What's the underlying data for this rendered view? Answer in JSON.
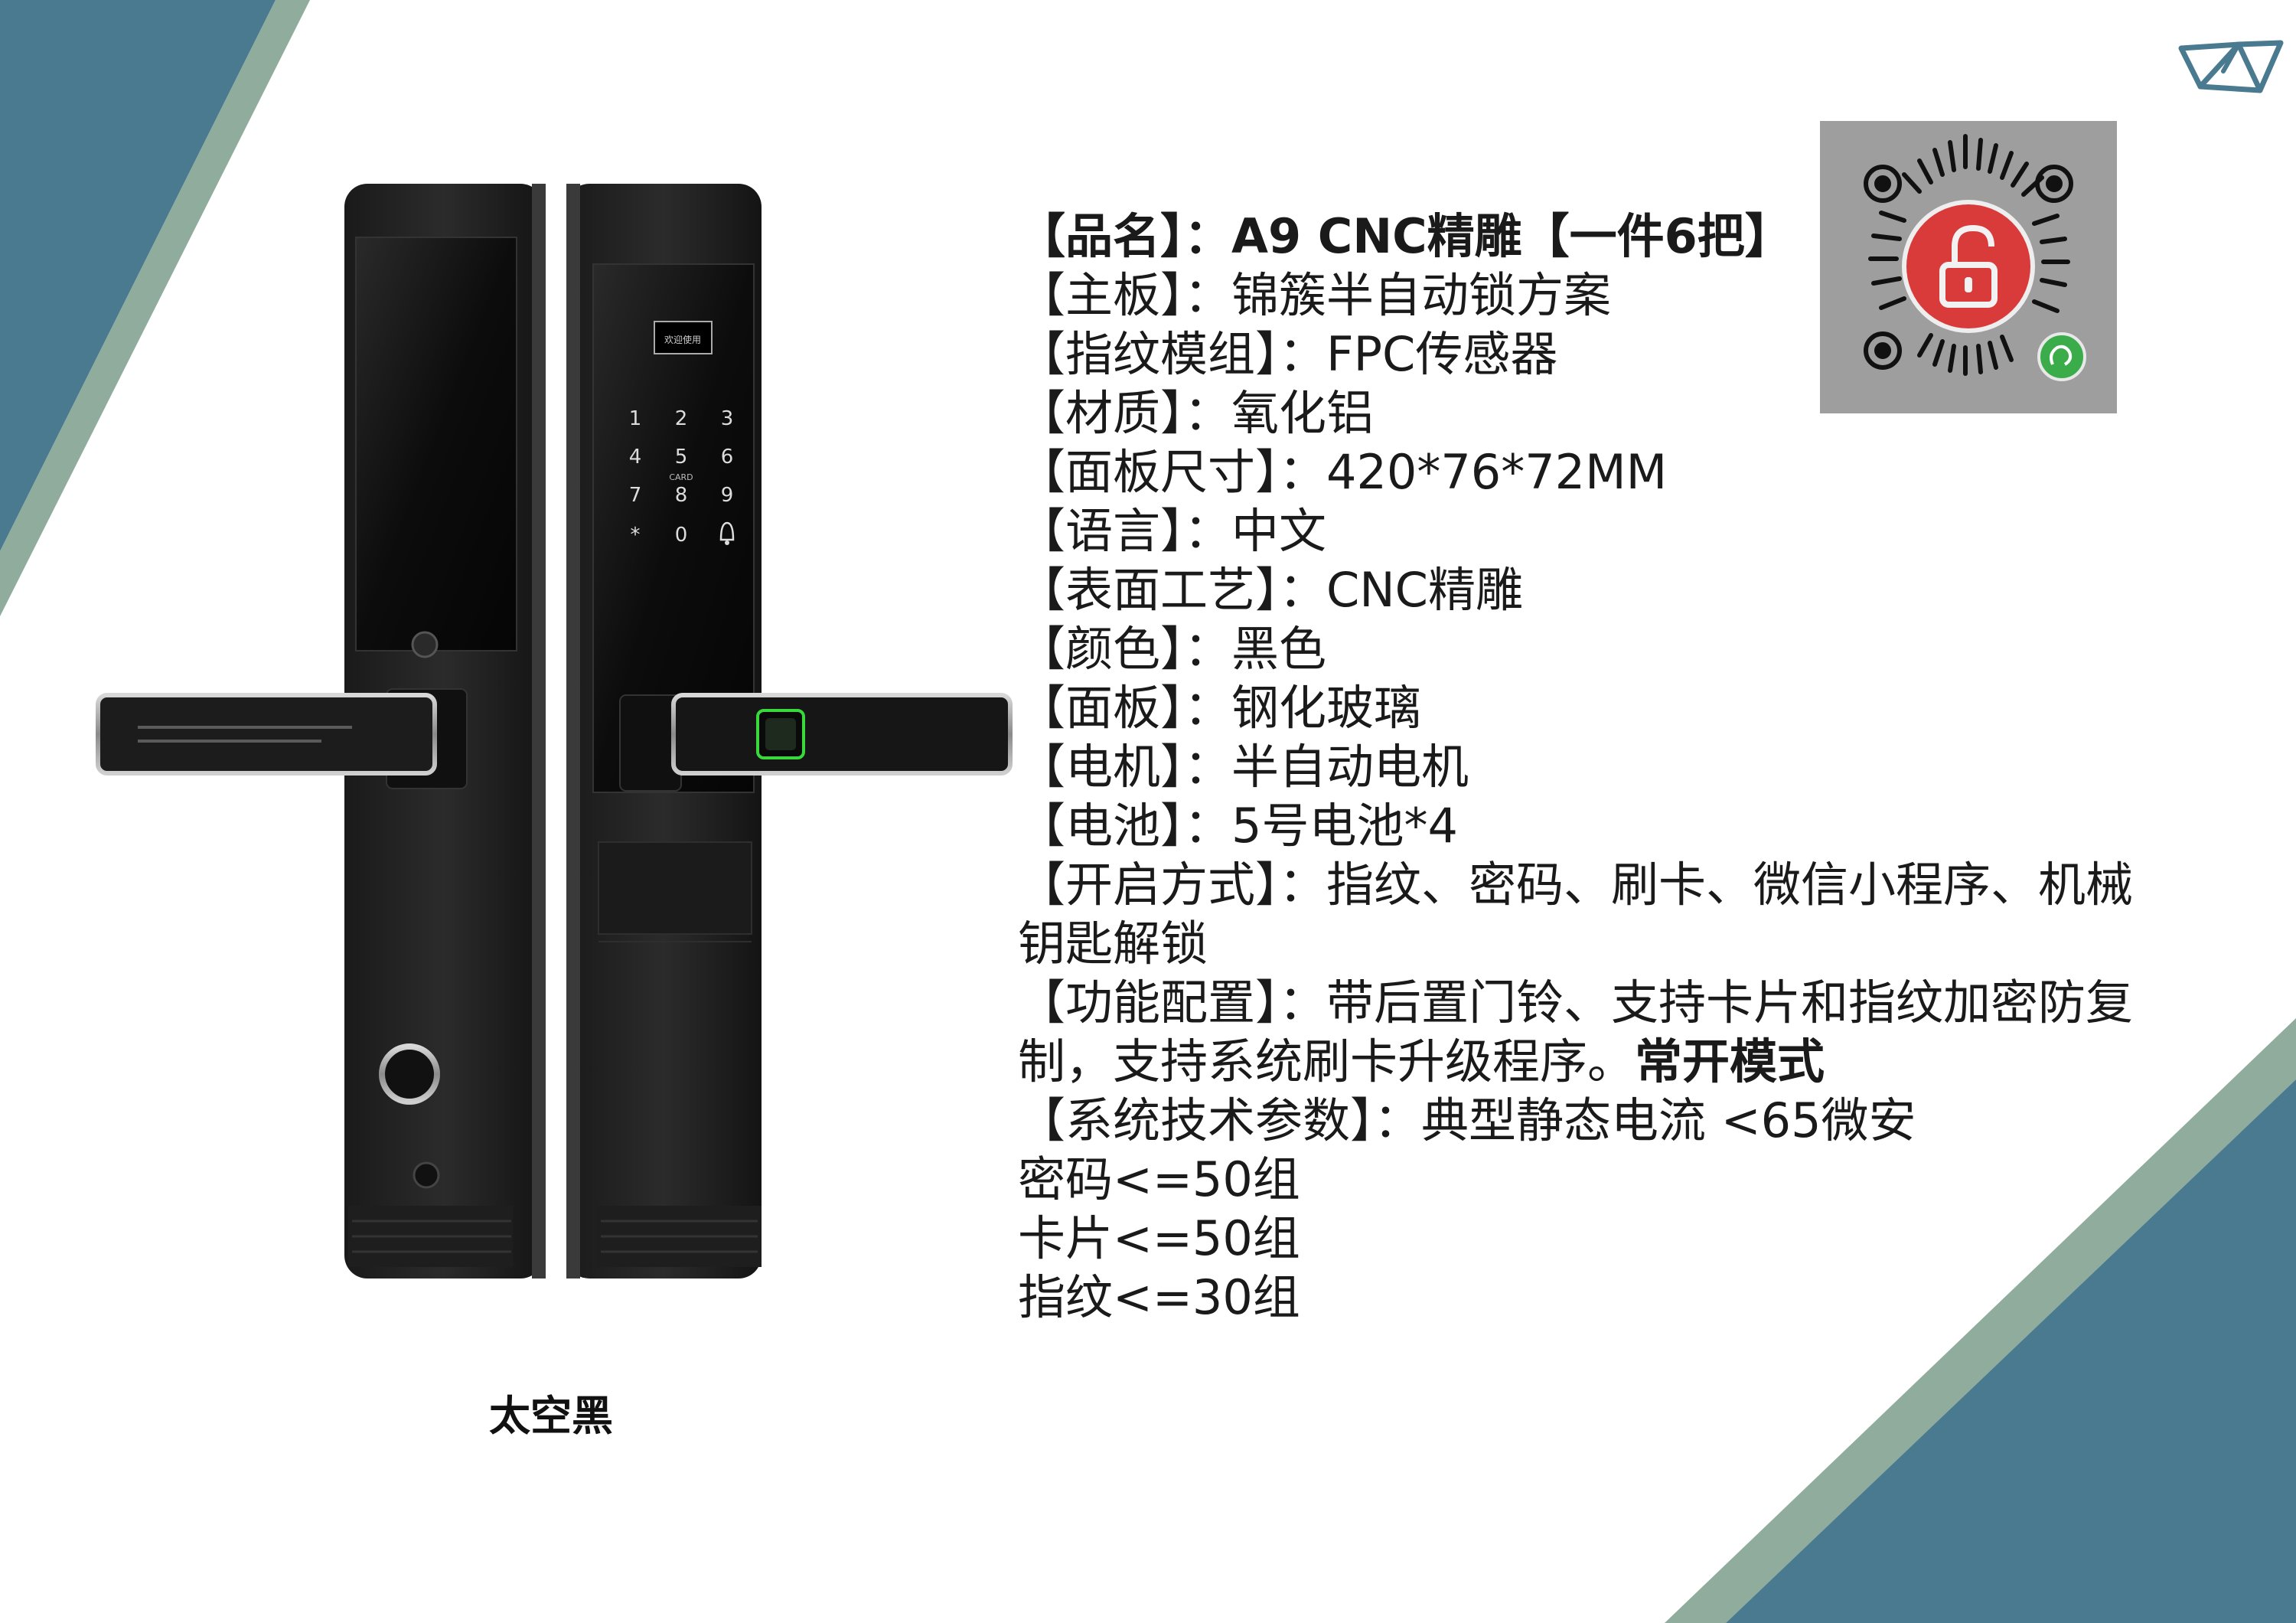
{
  "colors": {
    "teal": "#4a7a8f",
    "sage": "#8fac9c",
    "lock_red": "#d93a3a",
    "bg": "#ffffff"
  },
  "product": {
    "image_label": "smart-door-lock",
    "caption": "太空黑",
    "screen_text": "欢迎使用",
    "keypad": [
      "1",
      "2",
      "3",
      "4",
      "5",
      "6",
      "7",
      "8",
      "9",
      "*",
      "0"
    ],
    "bell_icon": "bell-icon",
    "card_label": "CARD"
  },
  "specs": {
    "lines": [
      "【品名】：A9 CNC精雕【一件6把】",
      "【主板】：锦簇半自动锁方案",
      "【指纹模组】：FPC传感器",
      "【材质】：氧化铝",
      "【面板尺寸】：420*76*72MM",
      "【语言】：中文",
      "【表面工艺】：CNC精雕",
      "【颜色】：黑色",
      "【面板】：钢化玻璃",
      "【电机】：半自动电机",
      "【电池】：5号电池*4",
      "【开启方式】：指纹、密码、刷卡、微信小程序、机械钥匙解锁"
    ],
    "function_config": "【功能配置】：带后置门铃、支持卡片和指纹加密防复制，支持系统刷卡升级程序。",
    "function_highlight": "常开模式",
    "tech_lines": [
      "【系统技术参数】：典型静态电流 <65微安",
      "密码<=50组",
      "卡片<=50组",
      "指纹<=30组"
    ]
  },
  "qr": {
    "icon": "open-lock-icon",
    "badge_icon": "mini-program-icon"
  },
  "logo": {
    "icon": "paper-plane-logo-icon"
  }
}
